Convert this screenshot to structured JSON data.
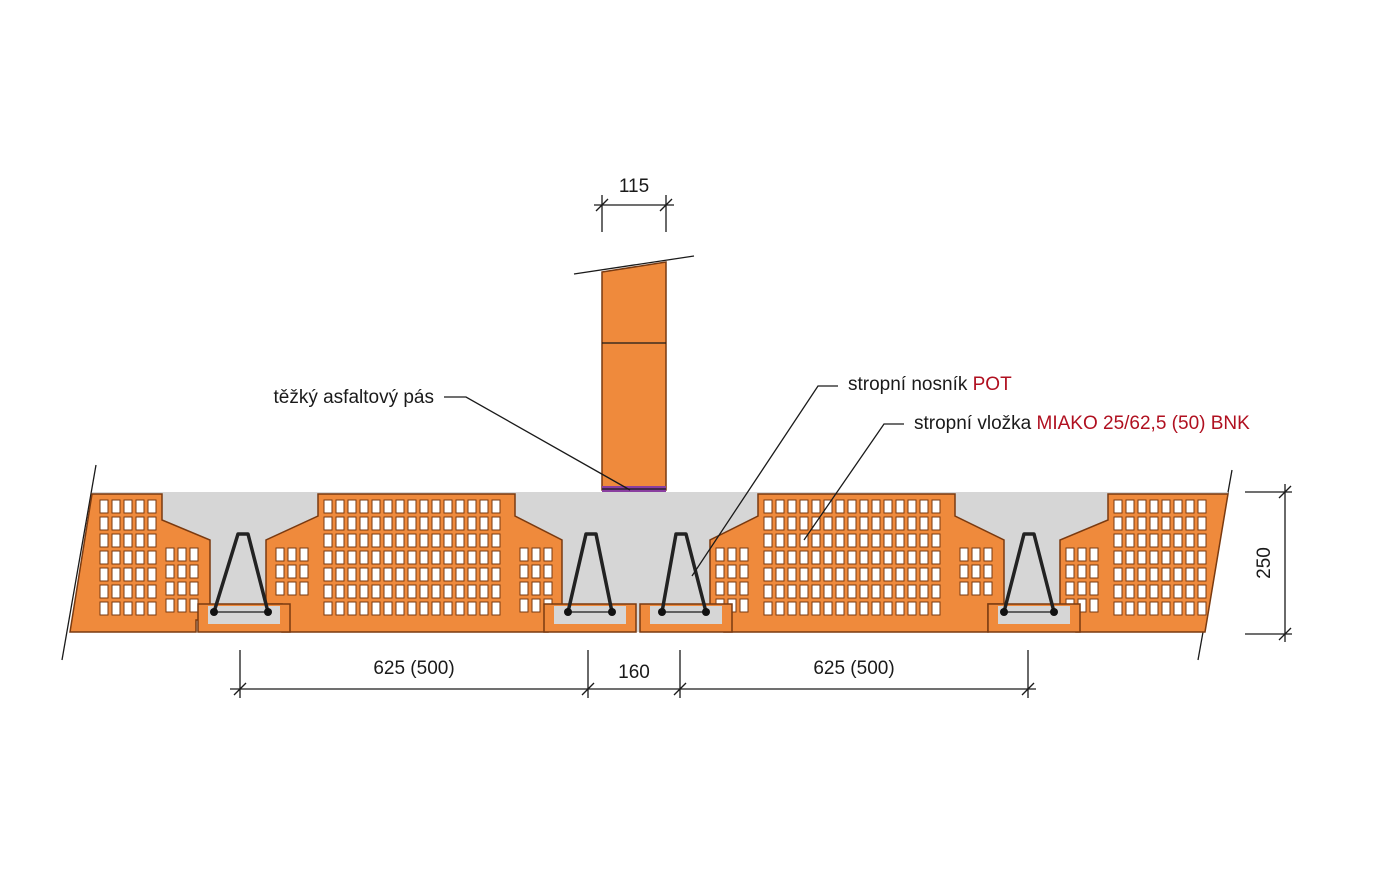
{
  "labels": {
    "asphalt": "těžký asfaltový pás",
    "beam_prefix": "stropní nosník ",
    "beam_product": "POT",
    "insert_prefix": "stropní vložka ",
    "insert_product": "MIAKO 25/62,5 (50) BNK"
  },
  "dimensions": {
    "wall_thickness": "115",
    "slab_height": "250",
    "insert_span_left": "625 (500)",
    "beam_gap": "160",
    "insert_span_right": "625 (500)"
  },
  "colors": {
    "brick": "#ef8a3c",
    "concrete": "#d6d6d6",
    "product_text": "#b01020"
  }
}
